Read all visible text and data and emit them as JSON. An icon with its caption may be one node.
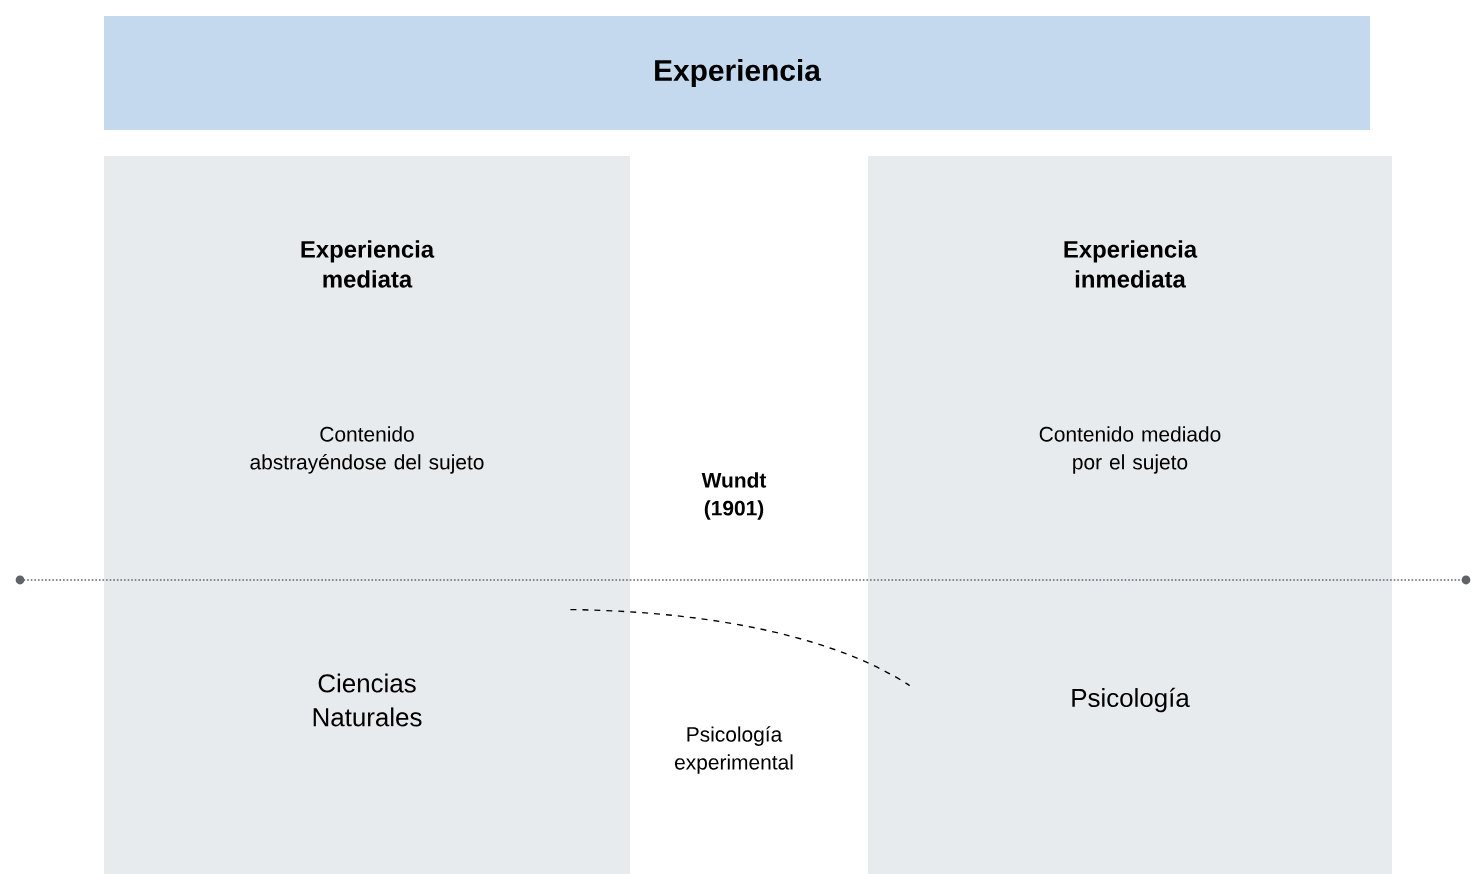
{
  "diagram": {
    "nodes": [
      {
        "text": [
          "Experiencia"
        ]
      },
      {
        "text": [
          "Experiencia mediata",
          "Contenido abstrayéndose del sujeto",
          "Ciencias Naturales"
        ]
      },
      {
        "text": [
          "Experiencia inmediata",
          "Contenido mediado por el sujeto",
          "Psicología"
        ]
      }
    ],
    "edges": [
      {
        "from": 1,
        "to": 2,
        "arrow": "none",
        "style": "dashed"
      }
    ],
    "labels": [
      "Wundt (1901)",
      "Psicología experimental"
    ]
  }
}
